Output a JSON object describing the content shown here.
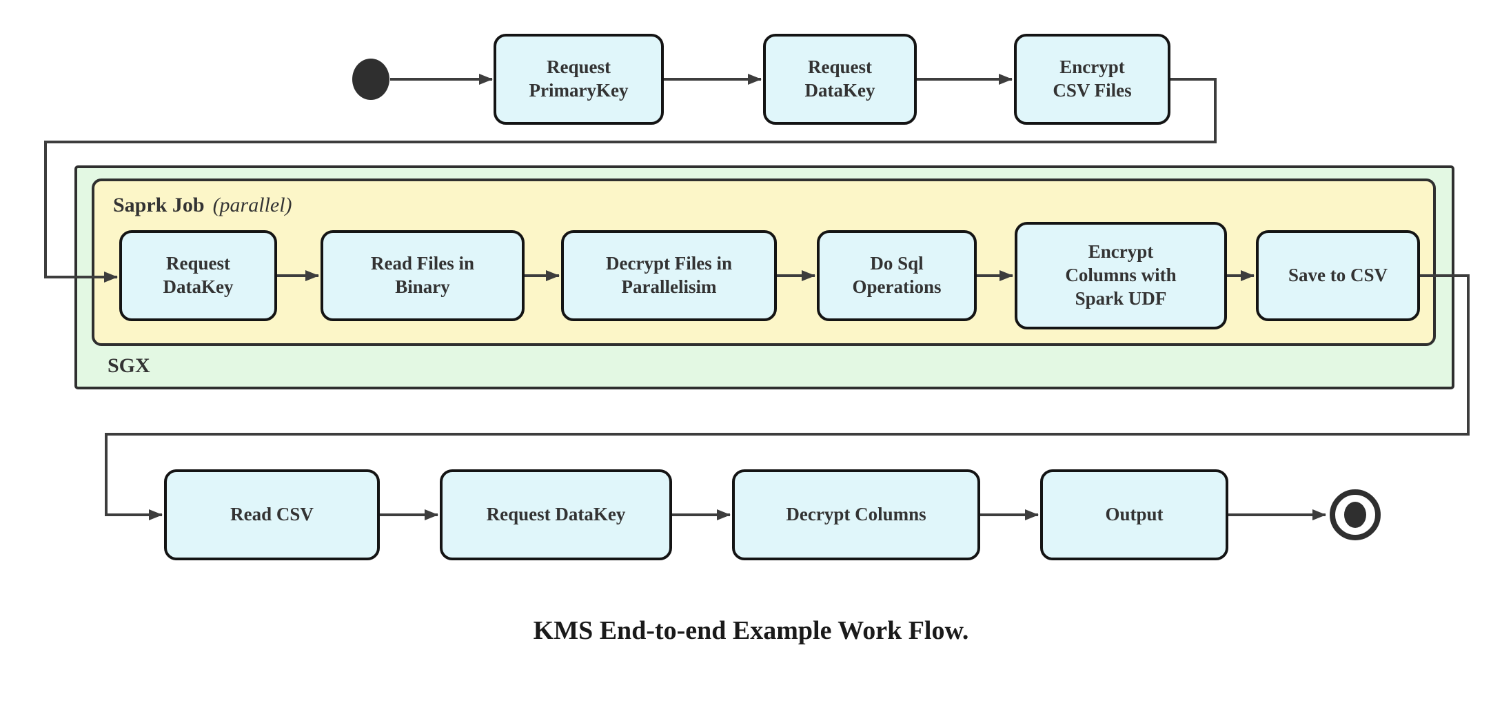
{
  "caption": "KMS End-to-end Example Work Flow.",
  "groups": {
    "sgx_label": "SGX",
    "spark_title": "Saprk Job",
    "spark_qualifier": "(parallel)"
  },
  "nodes": [
    {
      "id": "request-primarykey",
      "label": "Request\nPrimaryKey"
    },
    {
      "id": "request-datakey-top",
      "label": "Request\nDataKey"
    },
    {
      "id": "encrypt-csv-files",
      "label": "Encrypt\nCSV Files"
    },
    {
      "id": "request-datakey-spark",
      "label": "Request\nDataKey"
    },
    {
      "id": "read-files-in-binary",
      "label": "Read Files in\nBinary"
    },
    {
      "id": "decrypt-files-in-parallelisim",
      "label": "Decrypt Files in\nParallelisim"
    },
    {
      "id": "do-sql-operations",
      "label": "Do Sql\nOperations"
    },
    {
      "id": "encrypt-columns-with-spark-udf",
      "label": "Encrypt\nColumns with\nSpark UDF"
    },
    {
      "id": "save-to-csv",
      "label": "Save to CSV"
    },
    {
      "id": "read-csv",
      "label": "Read CSV"
    },
    {
      "id": "request-datakey-bottom",
      "label": "Request DataKey"
    },
    {
      "id": "decrypt-columns",
      "label": "Decrypt Columns"
    },
    {
      "id": "output",
      "label": "Output"
    }
  ],
  "colors": {
    "node_fill": "#e0f6fa",
    "node_border": "#141414",
    "node_text": "#333333",
    "sgx_fill": "#e3f8e3",
    "spark_fill": "#fcf6c8",
    "group_border": "#2f2f2f",
    "edge": "#3d3d3d",
    "terminal": "#2f2f2f",
    "background": "#ffffff"
  }
}
